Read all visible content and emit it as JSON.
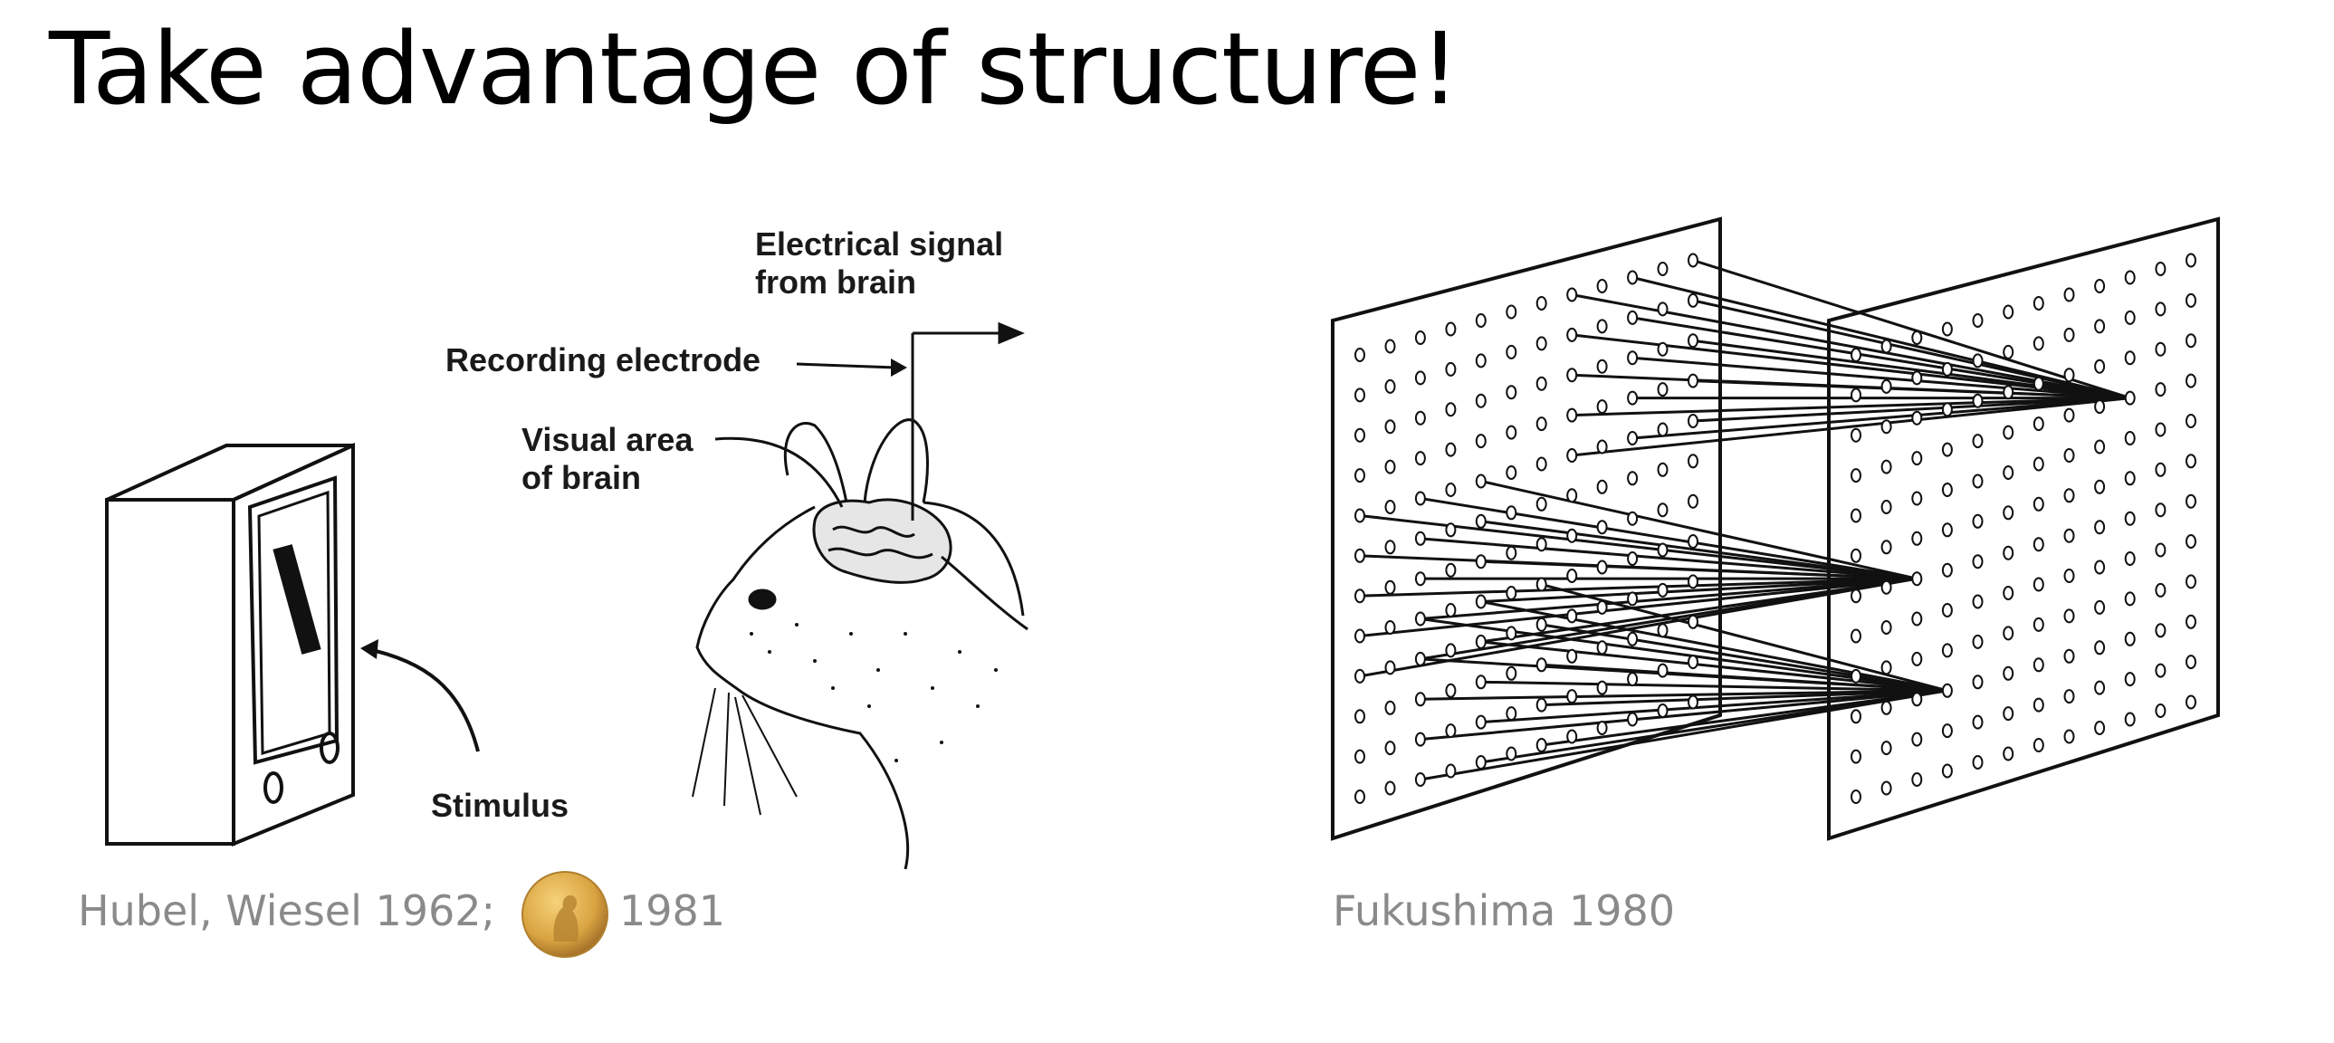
{
  "slide": {
    "title": "Take advantage of structure!"
  },
  "left_figure": {
    "labels": {
      "signal_line1": "Electrical signal",
      "signal_line2": "from brain",
      "electrode": "Recording electrode",
      "visual_line1": "Visual area",
      "visual_line2": "of brain",
      "stimulus": "Stimulus"
    },
    "caption_prefix": "Hubel, Wiesel 1962;",
    "caption_year": "1981",
    "medal_icon": "nobel-medal-icon"
  },
  "right_figure": {
    "caption": "Fukushima 1980"
  },
  "colors": {
    "caption": "#8a8a8a",
    "medal": "#d9a441"
  }
}
